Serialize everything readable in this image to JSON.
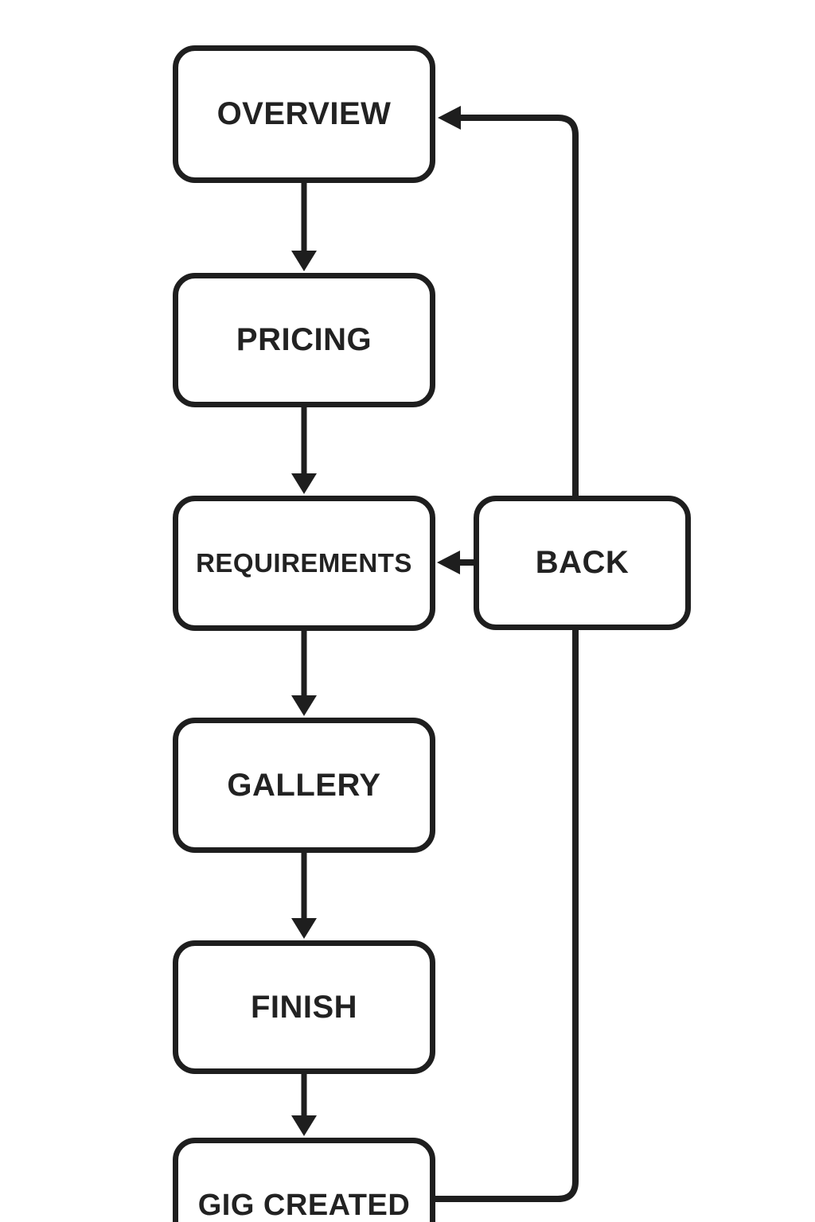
{
  "diagram": {
    "type": "flowchart",
    "colors": {
      "stroke": "#1e1e1e",
      "node_fill": "#ffffff",
      "background": "#ffffff",
      "text": "#222222"
    },
    "nodes": {
      "overview": {
        "label": "OVERVIEW"
      },
      "pricing": {
        "label": "PRICING"
      },
      "requirements": {
        "label": "REQUIREMENTS"
      },
      "gallery": {
        "label": "GALLERY"
      },
      "finish": {
        "label": "FINISH"
      },
      "gig_created": {
        "label": "GIG CREATED"
      },
      "back": {
        "label": "BACK"
      }
    },
    "edges": [
      {
        "from": "OVERVIEW",
        "to": "PRICING",
        "direction": "down"
      },
      {
        "from": "PRICING",
        "to": "REQUIREMENTS",
        "direction": "down"
      },
      {
        "from": "REQUIREMENTS",
        "to": "GALLERY",
        "direction": "down"
      },
      {
        "from": "GALLERY",
        "to": "FINISH",
        "direction": "down"
      },
      {
        "from": "FINISH",
        "to": "GIG CREATED",
        "direction": "down"
      },
      {
        "from": "BACK",
        "to": "REQUIREMENTS",
        "direction": "left"
      },
      {
        "from": "GIG CREATED",
        "to": "OVERVIEW",
        "direction": "loop-up-right-side",
        "via": "BACK"
      }
    ]
  }
}
